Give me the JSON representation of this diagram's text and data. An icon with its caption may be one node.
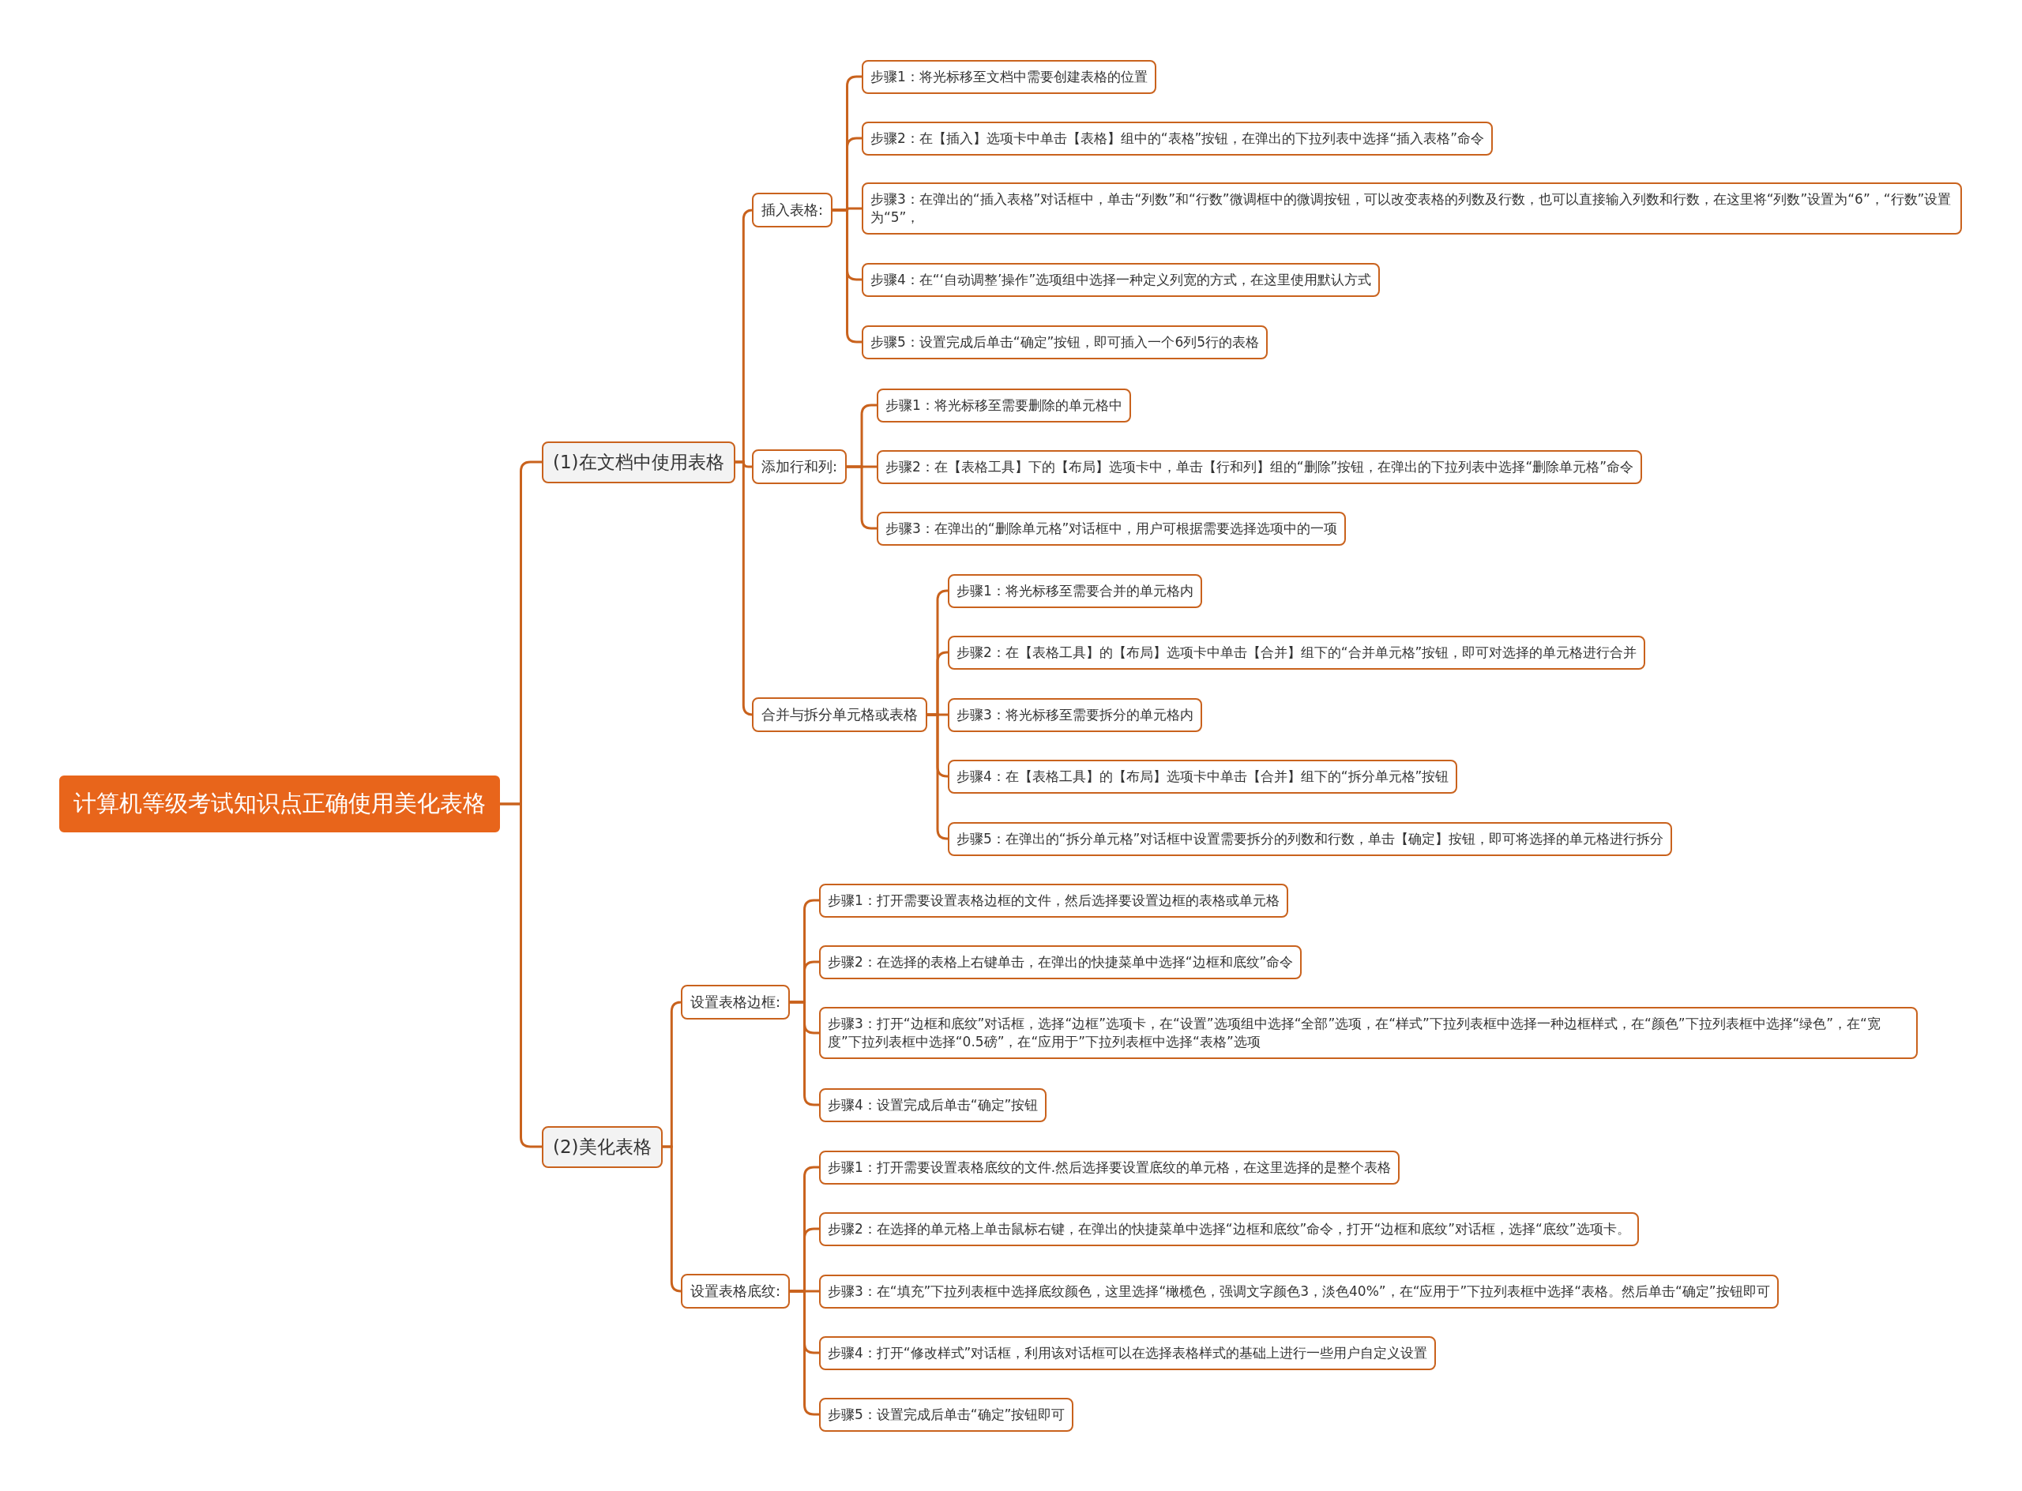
{
  "diagram": {
    "nodes": [
      {
        "text": [
          "计算机等级考试知识点正确使用美化表格"
        ]
      },
      {
        "text": [
          "(1)在文档中使用表格"
        ]
      },
      {
        "text": [
          "插入表格:"
        ]
      },
      {
        "text": [
          "步骤1：将光标移至文档中需要创建表格的位置"
        ]
      },
      {
        "text": [
          "步骤2：在【插入】选项卡中单击【表格】组中的“表格”按钮，在弹出的下拉列表中选择“插入表格”命令"
        ]
      },
      {
        "text": [
          "步骤3：在弹出的“插入表格”对话框中，单击“列数”和“行数”微调框中的微调按钮，可以改变表格的列数及行数，也可以直接输入列数和行数，在这里将“列数”设置为“6”，“行数”设置为“5”，"
        ]
      },
      {
        "text": [
          "步骤4：在“‘自动调整’操作”选项组中选择一种定义列宽的方式，在这里使用默认方式"
        ]
      },
      {
        "text": [
          "步骤5：设置完成后单击“确定”按钮，即可插入一个6列5行的表格"
        ]
      },
      {
        "text": [
          "添加行和列:"
        ]
      },
      {
        "text": [
          "步骤1：将光标移至需要删除的单元格中"
        ]
      },
      {
        "text": [
          "步骤2：在【表格工具】下的【布局】选项卡中，单击【行和列】组的“删除”按钮，在弹出的下拉列表中选择“删除单元格”命令"
        ]
      },
      {
        "text": [
          "步骤3：在弹出的“删除单元格”对话框中，用户可根据需要选择选项中的一项"
        ]
      },
      {
        "text": [
          "合并与拆分单元格或表格"
        ]
      },
      {
        "text": [
          "步骤1：将光标移至需要合并的单元格内"
        ]
      },
      {
        "text": [
          "步骤2：在【表格工具】的【布局】选项卡中单击【合并】组下的“合并单元格”按钮，即可对选择的单元格进行合并"
        ]
      },
      {
        "text": [
          "步骤3：将光标移至需要拆分的单元格内"
        ]
      },
      {
        "text": [
          "步骤4：在【表格工具】的【布局】选项卡中单击【合并】组下的“拆分单元格”按钮"
        ]
      },
      {
        "text": [
          "步骤5：在弹出的“拆分单元格”对话框中设置需要拆分的列数和行数，单击【确定】按钮，即可将选择的单元格进行拆分"
        ]
      },
      {
        "text": [
          "(2)美化表格"
        ]
      },
      {
        "text": [
          "设置表格边框:"
        ]
      },
      {
        "text": [
          "步骤1：打开需要设置表格边框的文件，然后选择要设置边框的表格或单元格"
        ]
      },
      {
        "text": [
          "步骤2：在选择的表格上右键单击，在弹出的快捷菜单中选择“边框和底纹”命令"
        ]
      },
      {
        "text": [
          "步骤3：打开“边框和底纹”对话框，选择“边框”选项卡，在“设置”选项组中选择“全部”选项，在“样式”下拉列表框中选择一种边框样式，在“颜色”下拉列表框中选择“绿色”，在“宽度”下拉列表框中选择“0.5磅”，在“应用于”下拉列表框中选择“表格”选项"
        ]
      },
      {
        "text": [
          "步骤4：设置完成后单击“确定”按钮"
        ]
      },
      {
        "text": [
          "设置表格底纹:"
        ]
      },
      {
        "text": [
          "步骤1：打开需要设置表格底纹的文件.然后选择要设置底纹的单元格，在这里选择的是整个表格"
        ]
      },
      {
        "text": [
          "步骤2：在选择的单元格上单击鼠标右键，在弹出的快捷菜单中选择“边框和底纹”命令，打开“边框和底纹”对话框，选择“底纹”选项卡。"
        ]
      },
      {
        "text": [
          "步骤3：在“填充”下拉列表框中选择底纹颜色，这里选择“橄榄色，强调文字颜色3，淡色40%”，在“应用于”下拉列表框中选择“表格。然后单击“确定”按钮即可"
        ]
      },
      {
        "text": [
          "步骤4：打开“修改样式”对话框，利用该对话框可以在选择表格样式的基础上进行一些用户自定义设置"
        ]
      },
      {
        "text": [
          "步骤5：设置完成后单击“确定”按钮即可"
        ]
      }
    ],
    "edges": [
      {
        "from": 0,
        "to": 1,
        "arrow": "none"
      },
      {
        "from": 0,
        "to": 18,
        "arrow": "none"
      },
      {
        "from": 1,
        "to": 2,
        "arrow": "none"
      },
      {
        "from": 1,
        "to": 8,
        "arrow": "none"
      },
      {
        "from": 1,
        "to": 12,
        "arrow": "none"
      },
      {
        "from": 2,
        "to": 3,
        "arrow": "none"
      },
      {
        "from": 2,
        "to": 4,
        "arrow": "none"
      },
      {
        "from": 2,
        "to": 5,
        "arrow": "none"
      },
      {
        "from": 2,
        "to": 6,
        "arrow": "none"
      },
      {
        "from": 2,
        "to": 7,
        "arrow": "none"
      },
      {
        "from": 8,
        "to": 9,
        "arrow": "none"
      },
      {
        "from": 8,
        "to": 10,
        "arrow": "none"
      },
      {
        "from": 8,
        "to": 11,
        "arrow": "none"
      },
      {
        "from": 12,
        "to": 13,
        "arrow": "none"
      },
      {
        "from": 12,
        "to": 14,
        "arrow": "none"
      },
      {
        "from": 12,
        "to": 15,
        "arrow": "none"
      },
      {
        "from": 12,
        "to": 16,
        "arrow": "none"
      },
      {
        "from": 12,
        "to": 17,
        "arrow": "none"
      },
      {
        "from": 18,
        "to": 19,
        "arrow": "none"
      },
      {
        "from": 18,
        "to": 24,
        "arrow": "none"
      },
      {
        "from": 19,
        "to": 20,
        "arrow": "none"
      },
      {
        "from": 19,
        "to": 21,
        "arrow": "none"
      },
      {
        "from": 19,
        "to": 22,
        "arrow": "none"
      },
      {
        "from": 19,
        "to": 23,
        "arrow": "none"
      },
      {
        "from": 24,
        "to": 25,
        "arrow": "none"
      },
      {
        "from": 24,
        "to": 26,
        "arrow": "none"
      },
      {
        "from": 24,
        "to": 27,
        "arrow": "none"
      },
      {
        "from": 24,
        "to": 28,
        "arrow": "none"
      },
      {
        "from": 24,
        "to": 29,
        "arrow": "none"
      }
    ]
  }
}
